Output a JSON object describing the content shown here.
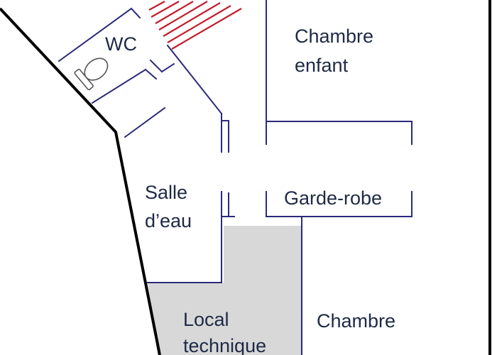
{
  "rooms": {
    "wc": "WC",
    "chambre_enfant_1": "Chambre",
    "chambre_enfant_2": "enfant",
    "salle_1": "Salle",
    "salle_2": "d’eau",
    "garde_robe": "Garde-robe",
    "local_1": "Local",
    "local_2": "technique",
    "chambre": "Chambre"
  },
  "colors": {
    "wall": "#2b2a7a",
    "outer_wall": "#000000",
    "stairs": "#c21d2c",
    "technical_room_fill": "#d8d8d8",
    "label": "#1e2a45"
  },
  "icons": {
    "toilet": "toilet-icon"
  }
}
